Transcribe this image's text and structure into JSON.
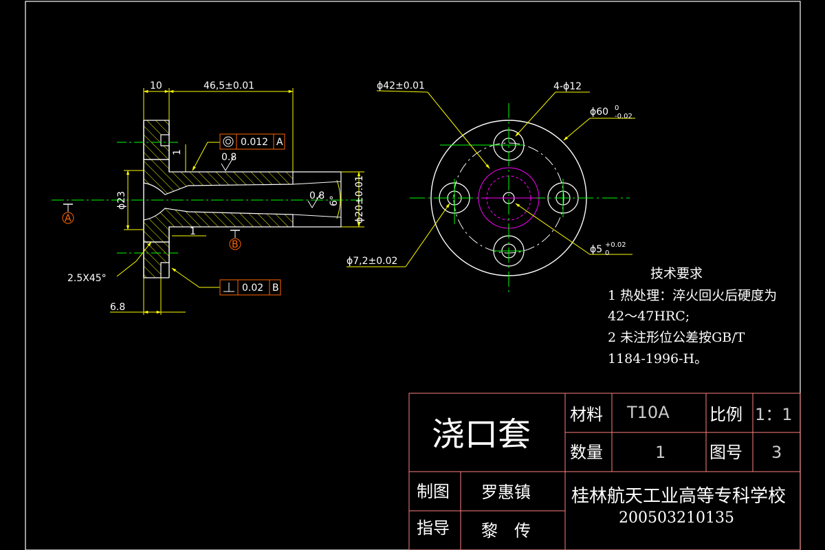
{
  "dimensions": {
    "flange_thickness": "10",
    "length": "46,5±0.01",
    "coaxiality_tol": "0.012",
    "coaxiality_datum": "A",
    "dia_23": "ϕ23",
    "dia_20": "ϕ20±0.01",
    "taper_angle": "6°",
    "chamfer": "2.5X45°",
    "step_1a": "1",
    "step_1b": "1",
    "width_6_8": "6.8",
    "perp_tol": "0.02",
    "perp_datum": "B",
    "datum_a": "A",
    "datum_b": "B",
    "dia_42": "ϕ42±0.01",
    "holes_4_12": "4-ϕ12",
    "dia_60_base": "ϕ60",
    "dia_60_upper": "0",
    "dia_60_lower": "-0.02",
    "dia_7_2": "ϕ7,2±0.02",
    "dia_5_base": "ϕ5",
    "dia_5_upper": "+0.02",
    "dia_5_lower": "0",
    "rough_1": "0.8",
    "rough_2": "0.8"
  },
  "requirements": {
    "title": "技术要求",
    "line1": "1 热处理：淬火回火后硬度为",
    "line2": "42～47HRC;",
    "line3": "2 未注形位公差按GB/T",
    "line4": "1184-1996-H。"
  },
  "title_block": {
    "part_name": "浇口套",
    "material_label": "材料",
    "material_value": "T10A",
    "scale_label": "比例",
    "scale_value": "1：1",
    "quantity_label": "数量",
    "quantity_value": "1",
    "drawing_no_label": "图号",
    "drawing_no_value": "3",
    "drawn_label": "制图",
    "drawn_value": "罗惠镇",
    "guide_label": "指导",
    "guide_value": "黎　传",
    "school": "桂林航天工业高等专科学校",
    "student_id": "200503210135"
  },
  "colors": {
    "outline": "#ffffff",
    "hatch": "#ffff00",
    "center": "#00ff00",
    "dim_line": "#ffff00",
    "annotation": "#ff6600",
    "frame": "#ff8080",
    "hidden": "#ff00ff"
  }
}
